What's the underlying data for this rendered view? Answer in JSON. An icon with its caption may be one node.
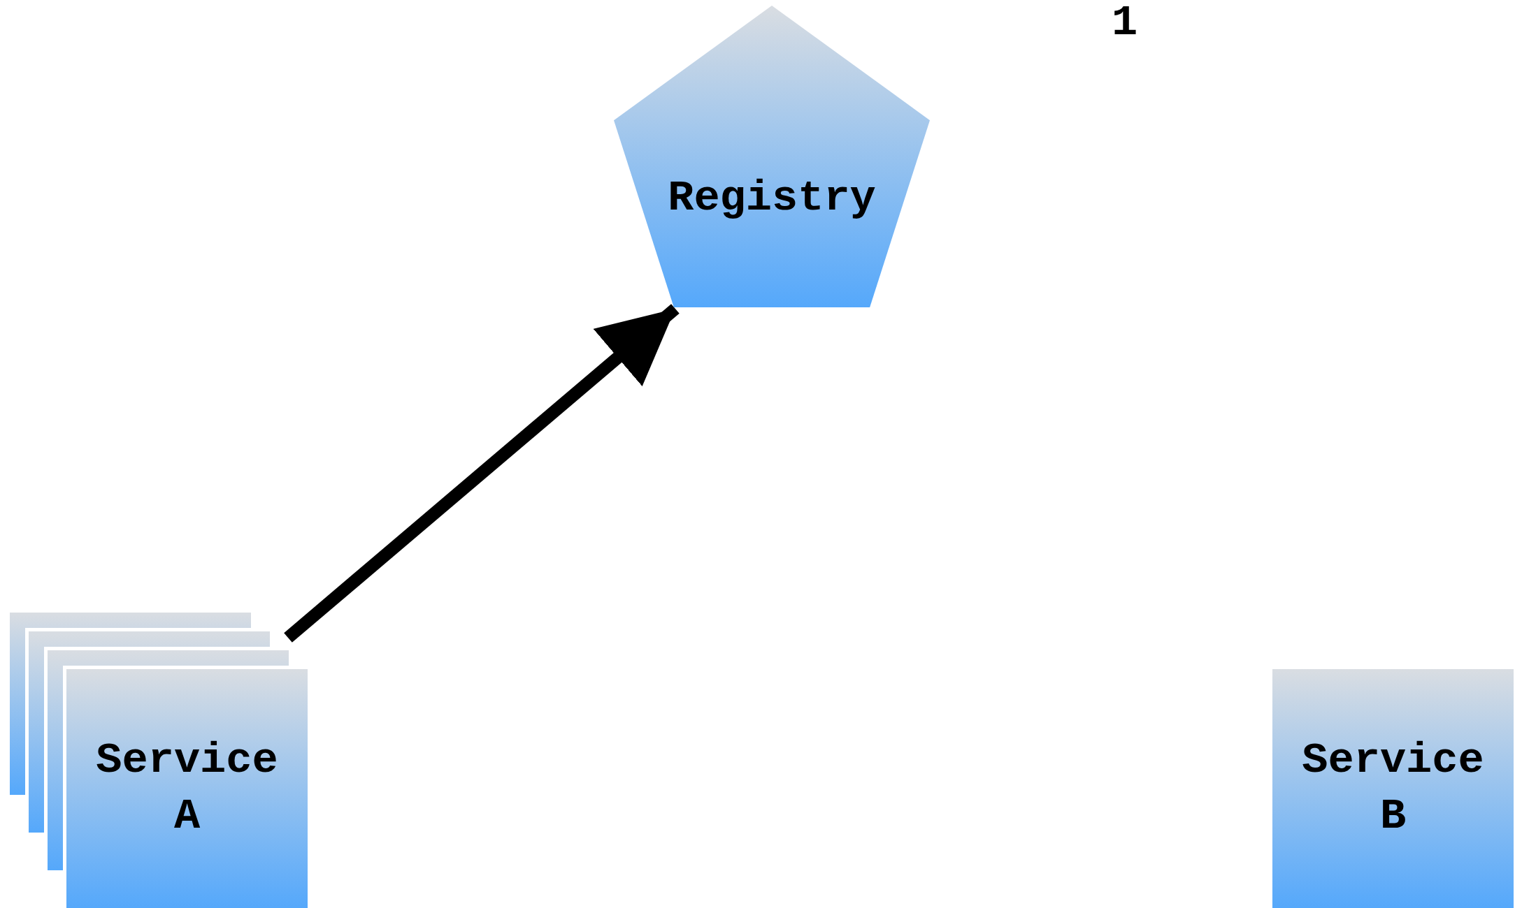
{
  "diagram": {
    "nodes": [
      {
        "text": [
          "Registry"
        ]
      },
      {
        "text": [
          "Service A"
        ]
      },
      {
        "text": [
          "Service B"
        ]
      }
    ],
    "edges": [
      {
        "from": 1,
        "to": 0,
        "arrow": "to"
      }
    ],
    "labels": [
      "1"
    ]
  }
}
